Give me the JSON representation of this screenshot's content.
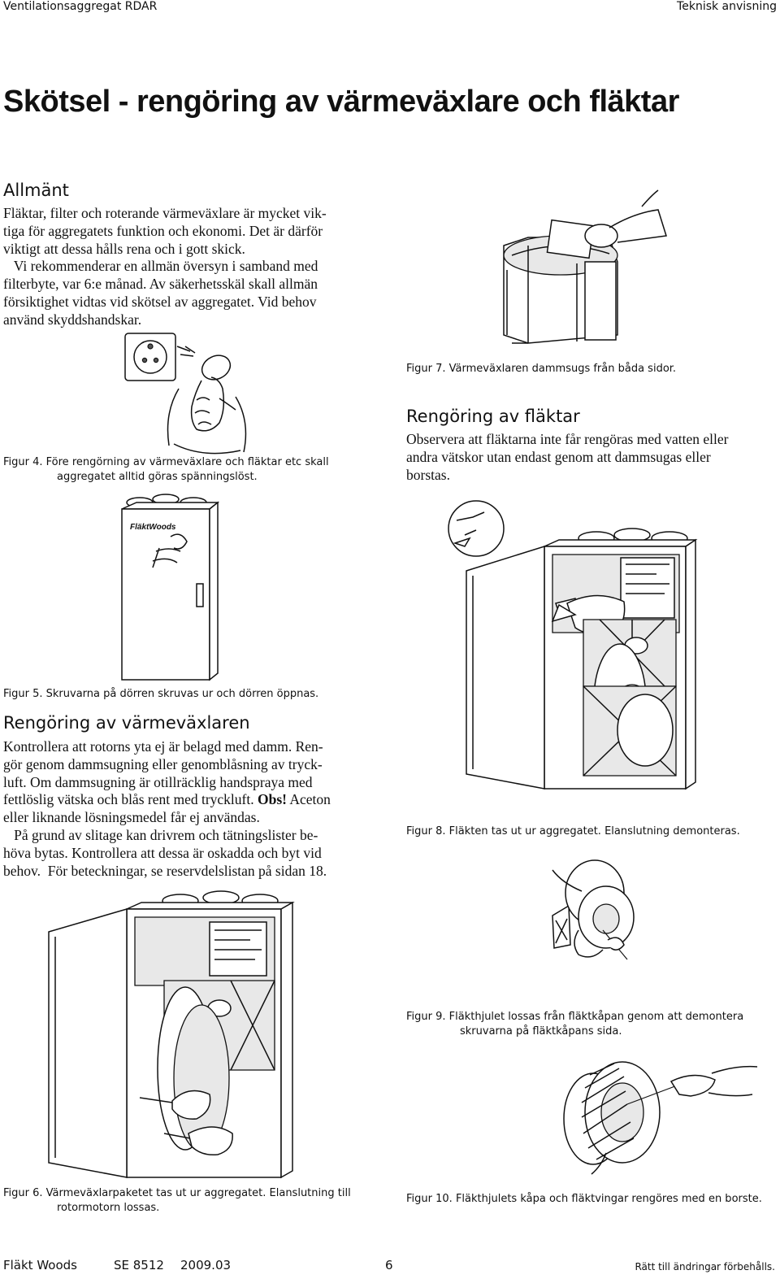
{
  "header": {
    "left": "Ventilationsaggregat RDAR",
    "right": "Teknisk anvisning"
  },
  "title": "Skötsel - rengöring av värmeväxlare och fläktar",
  "allmant": {
    "heading": "Allmänt",
    "lines": [
      "Fläktar, filter och roterande värmeväxlare är mycket vik-",
      "tiga för aggregatets funktion och ekonomi. Det är därför",
      "viktigt att dessa hålls rena och i gott skick.",
      "   Vi rekommenderar en allmän översyn i samband med",
      "filterbyte, var 6:e månad. Av säkerhetsskäl skall allmän",
      "försiktighet vidtas vid skötsel av aggregatet. Vid behov",
      "använd skyddshandskar."
    ]
  },
  "figures": {
    "fig4": {
      "label": "Figur 4.",
      "line1": "Före rengörning av värmeväxlare och fläktar etc skall",
      "line2": "aggregatet alltid göras spänningslöst."
    },
    "fig5": {
      "label": "Figur 5.",
      "text": "Skruvarna på dörren skruvas ur och dörren öppnas.",
      "brand": "FläktWoods"
    },
    "fig6": {
      "label": "Figur 6.",
      "line1": "Värmeväxlarpaketet tas ut ur aggregatet. Elanslutning till",
      "line2": "rotormotorn lossas."
    },
    "fig7": {
      "label": "Figur 7.",
      "text": "Värmeväxlaren dammsugs från båda sidor."
    },
    "fig8": {
      "label": "Figur 8.",
      "text": "Fläkten tas ut ur aggregatet. Elanslutning demonteras."
    },
    "fig9": {
      "label": "Figur 9.",
      "line1": "Fläkthjulet lossas från fläktkåpan genom att demontera",
      "line2": "skruvarna på fläktkåpans sida."
    },
    "fig10": {
      "label": "Figur 10.",
      "text": "Fläkthjulets kåpa och fläktvingar rengöres med en borste."
    }
  },
  "vaxlaren": {
    "heading": "Rengöring av värmeväxlaren",
    "lines": [
      "Kontrollera att rotorns yta ej är belagd med damm. Ren-",
      "gör genom dammsugning eller genomblåsning av tryck-",
      "luft. Om dammsugning är otillräcklig handspraya med"
    ],
    "line4_pre": "fettlöslig vätska och blås rent med tryckluft. ",
    "line4_bold": "Obs!",
    "line4_post": " Aceton",
    "lines2": [
      "eller liknande lösningsmedel får ej användas.",
      "   På grund av slitage kan drivrem och tätningslister be-",
      "höva bytas. Kontrollera att dessa är oskadda och byt vid",
      "behov.  För beteckningar, se reservdelslistan på sidan 18."
    ]
  },
  "flaktar": {
    "heading": "Rengöring av fläktar",
    "lines": [
      "Observera att  fläktarna inte får rengöras med vatten eller",
      "andra vätskor utan endast genom att dammsugas eller",
      "borstas."
    ]
  },
  "footer": {
    "company": "Fläkt Woods",
    "doc": "SE 8512",
    "date": "2009.03",
    "page": "6",
    "rights": "Rätt till ändringar förbehålls."
  }
}
